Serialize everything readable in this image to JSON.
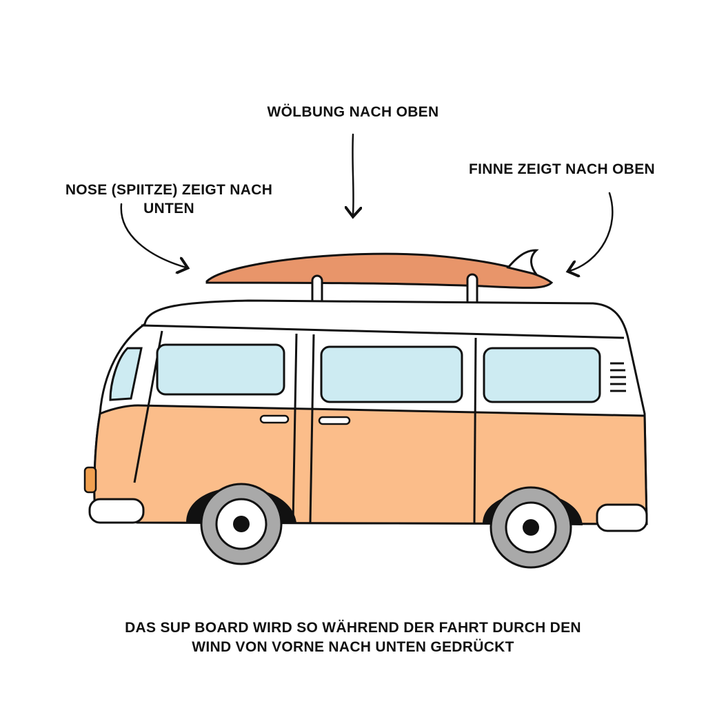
{
  "labels": {
    "bulge": "WÖLBUNG NACH OBEN",
    "fin": "FINNE ZEIGT NACH OBEN",
    "nose_line1": "NOSE (SPIITZE) ZEIGT NACH",
    "nose_line2": "UNTEN",
    "caption_line1": "DAS SUP BOARD WIRD SO WÄHREND DER FAHRT DURCH DEN",
    "caption_line2": "WIND VON VORNE NACH UNTEN GEDRÜCKT"
  },
  "colors": {
    "board": "#e8956a",
    "van_body": "#fbbd8a",
    "window": "#cdebf2",
    "wheel": "#a9a9a9",
    "outline": "#111111"
  }
}
